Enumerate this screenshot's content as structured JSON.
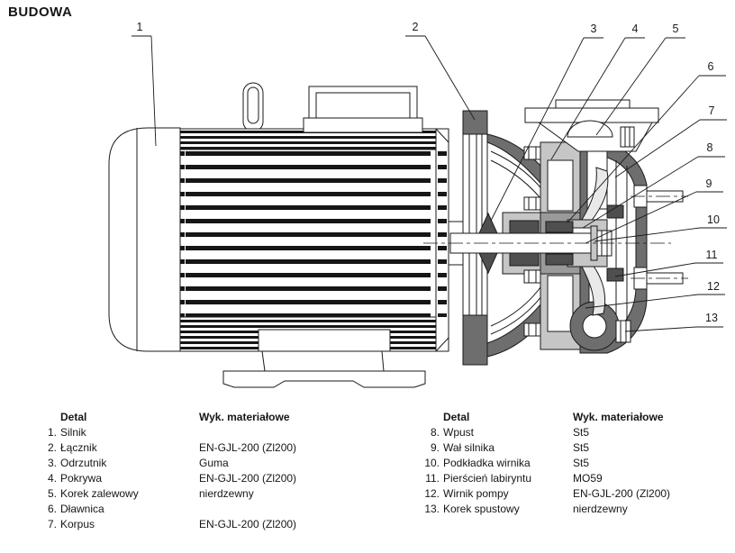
{
  "title": "BUDOWA",
  "callouts": [
    {
      "label": "1"
    },
    {
      "label": "2"
    },
    {
      "label": "3"
    },
    {
      "label": "4"
    },
    {
      "label": "5"
    },
    {
      "label": "6"
    },
    {
      "label": "7"
    },
    {
      "label": "8"
    },
    {
      "label": "9"
    },
    {
      "label": "10"
    },
    {
      "label": "11"
    },
    {
      "label": "12"
    },
    {
      "label": "13"
    }
  ],
  "tables": {
    "left": {
      "col_detail": "Detal",
      "col_material": "Wyk. materiałowe",
      "rows": [
        {
          "num": "1.",
          "name": "Silnik",
          "material": ""
        },
        {
          "num": "2.",
          "name": "Łącznik",
          "material": "EN-GJL-200 (Zl200)"
        },
        {
          "num": "3.",
          "name": "Odrzutnik",
          "material": "Guma"
        },
        {
          "num": "4.",
          "name": "Pokrywa",
          "material": "EN-GJL-200 (Zl200)"
        },
        {
          "num": "5.",
          "name": "Korek zalewowy",
          "material": "nierdzewny"
        },
        {
          "num": "6.",
          "name": "Dławnica",
          "material": ""
        },
        {
          "num": "7.",
          "name": "Korpus",
          "material": "EN-GJL-200 (Zl200)"
        }
      ]
    },
    "right": {
      "col_detail": "Detal",
      "col_material": "Wyk. materiałowe",
      "rows": [
        {
          "num": "8.",
          "name": "Wpust",
          "material": "St5"
        },
        {
          "num": "9.",
          "name": "Wał silnika",
          "material": "St5"
        },
        {
          "num": "10.",
          "name": "Podkładka wirnika",
          "material": "St5"
        },
        {
          "num": "11.",
          "name": "Pierścień labiryntu",
          "material": "MO59"
        },
        {
          "num": "12.",
          "name": "Wirnik pompy",
          "material": "EN-GJL-200 (Zl200)"
        },
        {
          "num": "13.",
          "name": "Korek spustowy",
          "material": "nierdzewny"
        }
      ]
    }
  },
  "colors": {
    "line": "#1a1a1a",
    "dark_fill": "#6e6e6e",
    "mid_fill": "#9a9a9a",
    "light_fill": "#c6c6c6",
    "vane_fill": "#e9e9e9",
    "seal_fill": "#4f4f4f"
  }
}
